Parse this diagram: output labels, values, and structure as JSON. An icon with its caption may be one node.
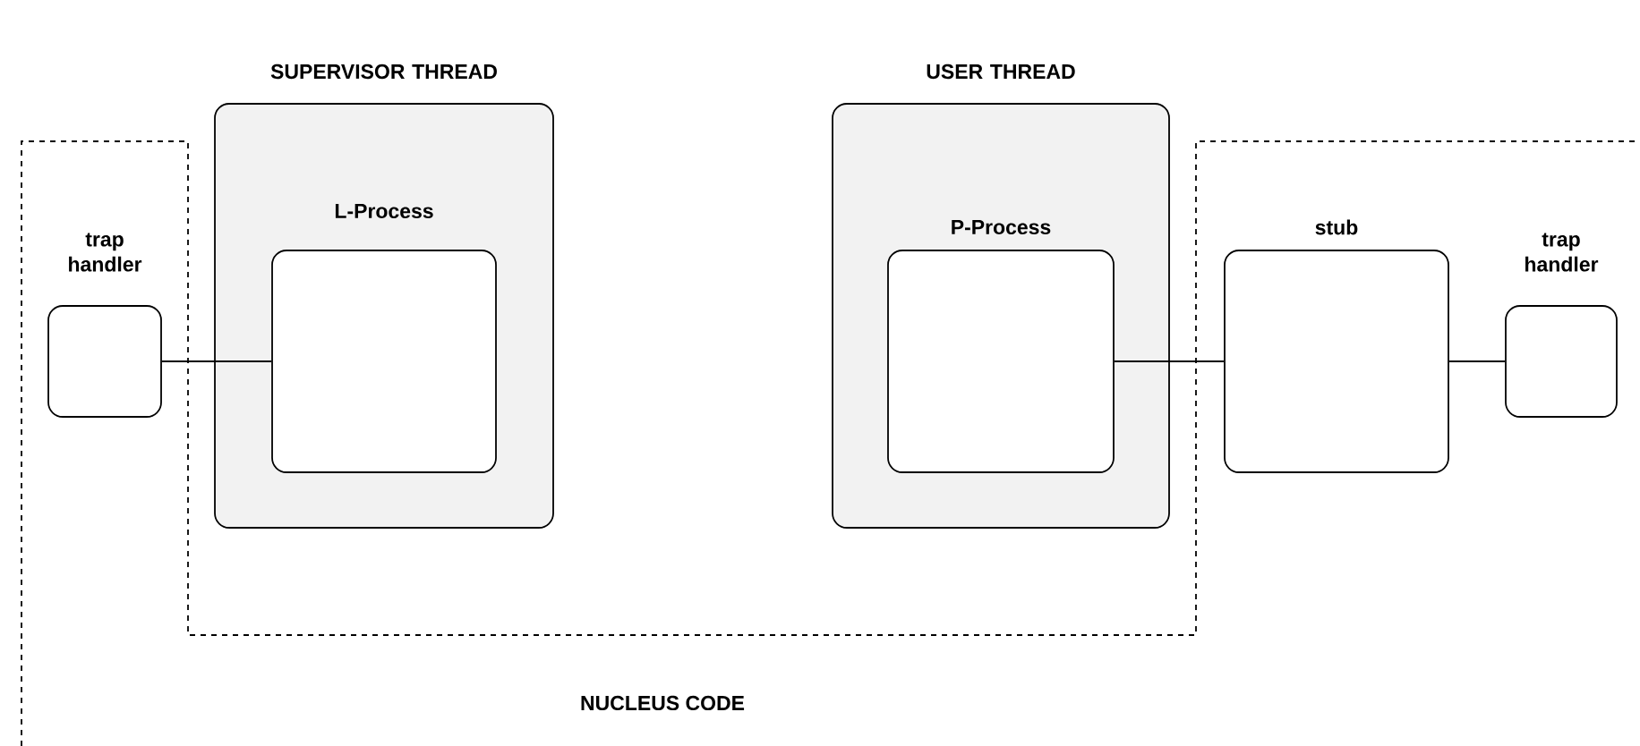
{
  "diagram": {
    "nodes": [
      {
        "text": [
          "SUPERVISOR THREAD"
        ]
      },
      {
        "text": [
          "L-Process"
        ],
        "in": 0
      },
      {
        "text": [
          "USER THREAD"
        ]
      },
      {
        "text": [
          "P-Process"
        ],
        "in": 2
      },
      {
        "text": [
          "stub"
        ]
      },
      {
        "text": [
          "trap handler"
        ]
      },
      {
        "text": [
          "trap handler"
        ]
      }
    ],
    "edges": [
      {
        "from": 5,
        "to": 1,
        "arrow": "none"
      },
      {
        "from": 3,
        "to": 4,
        "arrow": "none"
      },
      {
        "from": 4,
        "to": 6,
        "arrow": "none"
      }
    ],
    "labels": [
      "NUCLEUS CODE"
    ]
  }
}
